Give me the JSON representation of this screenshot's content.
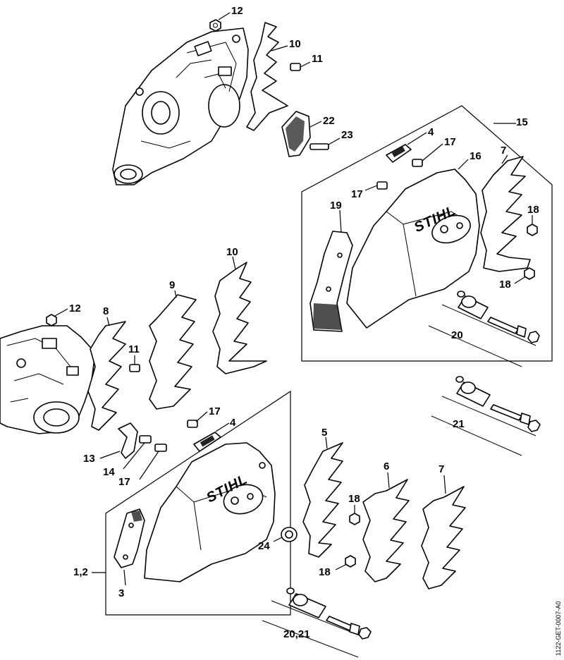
{
  "diagram": {
    "drawing_code": "1122-GET-0007-A0",
    "brand_logo": "STIHL",
    "callouts": {
      "c12_top": "12",
      "c10_top": "10",
      "c11_top": "11",
      "c22": "22",
      "c23": "23",
      "c15": "15",
      "c4_top": "4",
      "c17_top_a": "17",
      "c16": "16",
      "c7_top": "7",
      "c17_top_b": "17",
      "c19": "19",
      "c18_top_a": "18",
      "c18_top_b": "18",
      "c20": "20",
      "c12_mid": "12",
      "c8": "8",
      "c9": "9",
      "c10_mid": "10",
      "c11_mid": "11",
      "c21": "21",
      "c17_mid": "17",
      "c4_bot": "4",
      "c13": "13",
      "c14": "14",
      "c17_bot": "17",
      "c5": "5",
      "c6": "6",
      "c7_bot": "7",
      "c18_bot_a": "18",
      "c24": "24",
      "c18_bot_b": "18",
      "c1_2": "1,2",
      "c3": "3",
      "c20_21": "20,21"
    }
  }
}
